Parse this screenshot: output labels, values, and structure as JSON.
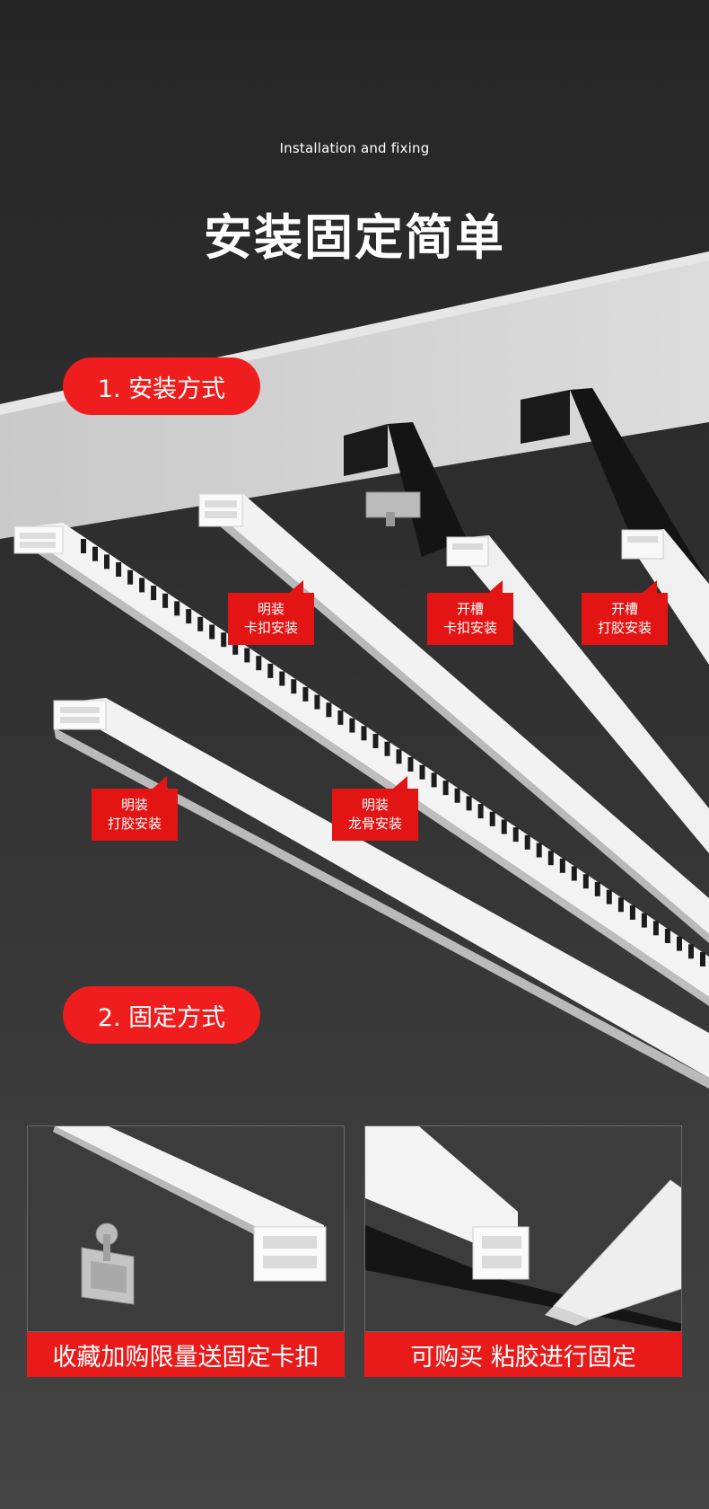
{
  "header": {
    "subtitle": "Installation and fixing",
    "title": "安装固定简单"
  },
  "section1": {
    "label": "1. 安装方式",
    "callouts": [
      {
        "line1": "明装",
        "line2": "卡扣安装"
      },
      {
        "line1": "开槽",
        "line2": "卡扣安装"
      },
      {
        "line1": "开槽",
        "line2": "打胶安装"
      },
      {
        "line1": "明装",
        "line2": "打胶安装"
      },
      {
        "line1": "明装",
        "line2": "龙骨安装"
      }
    ]
  },
  "section2": {
    "label": "2. 固定方式",
    "panels": [
      {
        "caption": "收藏加购限量送固定卡扣",
        "icon": "clip-bracket-icon"
      },
      {
        "caption": "可购买 粘胶进行固定",
        "icon": "glue-tube-icon"
      }
    ]
  },
  "colors": {
    "accent": "#e81a1a",
    "background": "#3a3a3a",
    "ceiling": "#cfcfcf",
    "profile": "#f2f2f2"
  }
}
